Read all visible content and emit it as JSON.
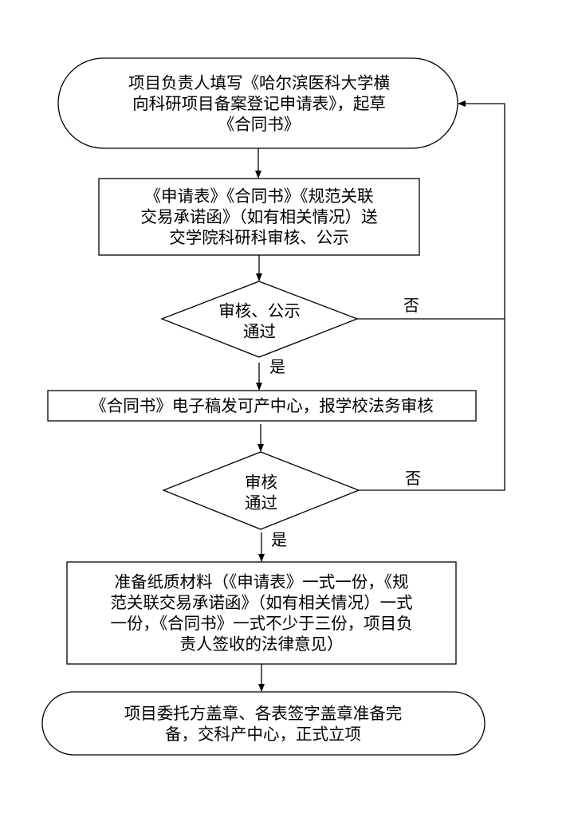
{
  "diagram": {
    "type": "flowchart",
    "colors": {
      "stroke": "#000000",
      "background": "#ffffff",
      "text": "#000000"
    },
    "nodes": [
      {
        "id": "start",
        "shape": "terminal",
        "text": "项目负责人填写《哈尔滨医科大学横\n向科研项目备案登记申请表》，起草\n《合同书》"
      },
      {
        "id": "submit",
        "shape": "process",
        "text": "《申请表》《合同书》《规范关联\n交易承诺函》（如有相关情况）送\n交学院科研科审核、公示"
      },
      {
        "id": "decision1",
        "shape": "decision",
        "text": "审核、公示\n通过"
      },
      {
        "id": "legal",
        "shape": "process",
        "text": "《合同书》电子稿发可产中心，报学校法务审核"
      },
      {
        "id": "decision2",
        "shape": "decision",
        "text": "审核\n通过"
      },
      {
        "id": "paper",
        "shape": "process",
        "text": "准备纸质材料（《申请表》一式一份，《规\n范关联交易承诺函》（如有相关情况）一式\n一份，《合同书》一式不少于三份，项目负\n责人签收的法律意见）"
      },
      {
        "id": "end",
        "shape": "terminal",
        "text": "项目委托方盖章、各表签字盖章准备完\n备，交科产中心，正式立项"
      }
    ],
    "edges": [
      {
        "from": "start",
        "to": "submit",
        "label": ""
      },
      {
        "from": "submit",
        "to": "decision1",
        "label": ""
      },
      {
        "from": "decision1",
        "to": "legal",
        "label": "是"
      },
      {
        "from": "decision1",
        "to": "start",
        "label": "否"
      },
      {
        "from": "legal",
        "to": "decision2",
        "label": ""
      },
      {
        "from": "decision2",
        "to": "paper",
        "label": "是"
      },
      {
        "from": "decision2",
        "to": "start",
        "label": "否"
      },
      {
        "from": "paper",
        "to": "end",
        "label": ""
      }
    ]
  }
}
